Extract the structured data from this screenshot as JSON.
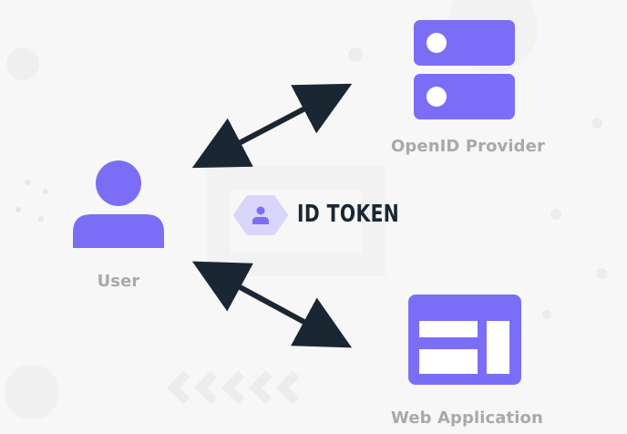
{
  "diagram": {
    "nodes": {
      "provider": {
        "label": "OpenID Provider",
        "icon": "server-icon"
      },
      "user": {
        "label": "User",
        "icon": "user-icon"
      },
      "webapp": {
        "label": "Web Application",
        "icon": "browser-window-icon"
      }
    },
    "token": {
      "label": "ID TOKEN",
      "icon": "user-badge-icon"
    },
    "connections": [
      {
        "from": "user",
        "to": "provider",
        "type": "bidirectional-arrow"
      },
      {
        "from": "user",
        "to": "webapp",
        "type": "bidirectional-arrow"
      }
    ]
  },
  "colors": {
    "accent": "#7b6ef6",
    "accent_light": "#d9d5fb",
    "arrow": "#1a2733",
    "label": "#a9a9ad",
    "background": "#f7f7f8"
  }
}
